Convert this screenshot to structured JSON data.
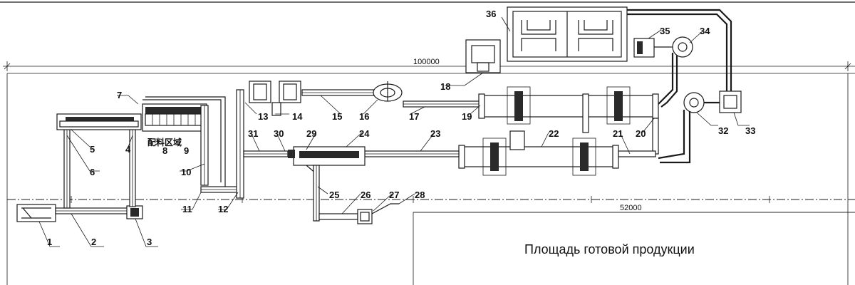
{
  "dimensions": {
    "overall_length": "100000",
    "finished_area_length": "52000"
  },
  "zone_label": "配料区域",
  "finished_area_label": "Площадь готовой продукции",
  "callouts": [
    "1",
    "2",
    "3",
    "4",
    "5",
    "6",
    "7",
    "8",
    "9",
    "10",
    "11",
    "12",
    "13",
    "14",
    "15",
    "16",
    "17",
    "18",
    "19",
    "20",
    "21",
    "22",
    "23",
    "24",
    "25",
    "26",
    "27",
    "28",
    "29",
    "30",
    "31",
    "32",
    "33",
    "34",
    "35",
    "36"
  ]
}
